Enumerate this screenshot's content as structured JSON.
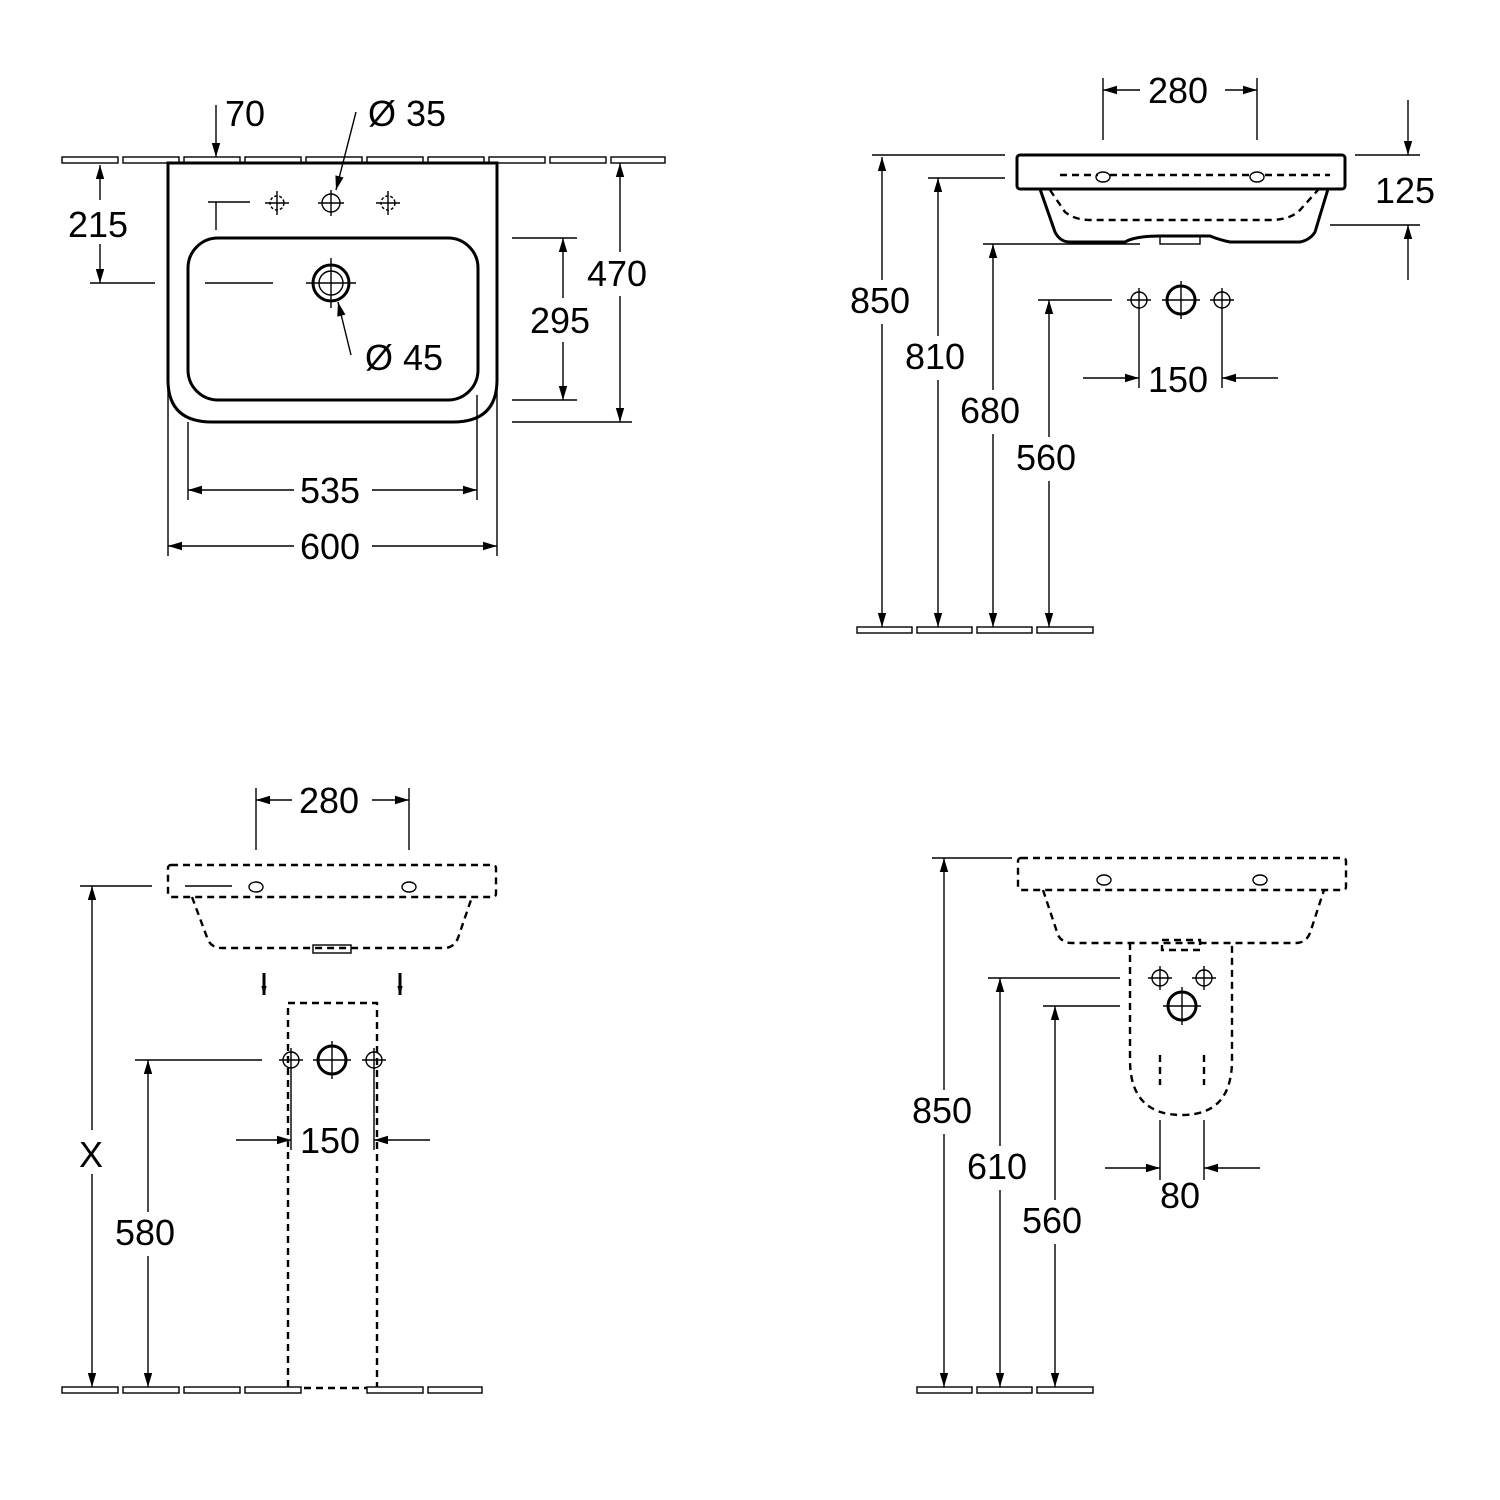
{
  "top_view": {
    "d70": "70",
    "dia35": "Ø 35",
    "d215": "215",
    "d295": "295",
    "d470": "470",
    "dia45": "Ø 45",
    "d535": "535",
    "d600": "600"
  },
  "side_view": {
    "d280": "280",
    "d125": "125",
    "d850": "850",
    "d810": "810",
    "d680": "680",
    "d560": "560",
    "d150": "150"
  },
  "pedestal_view": {
    "d280": "280",
    "dX": "X",
    "d580": "580",
    "d150": "150"
  },
  "semipedestal_view": {
    "d850": "850",
    "d610": "610",
    "d560": "560",
    "d80": "80"
  }
}
